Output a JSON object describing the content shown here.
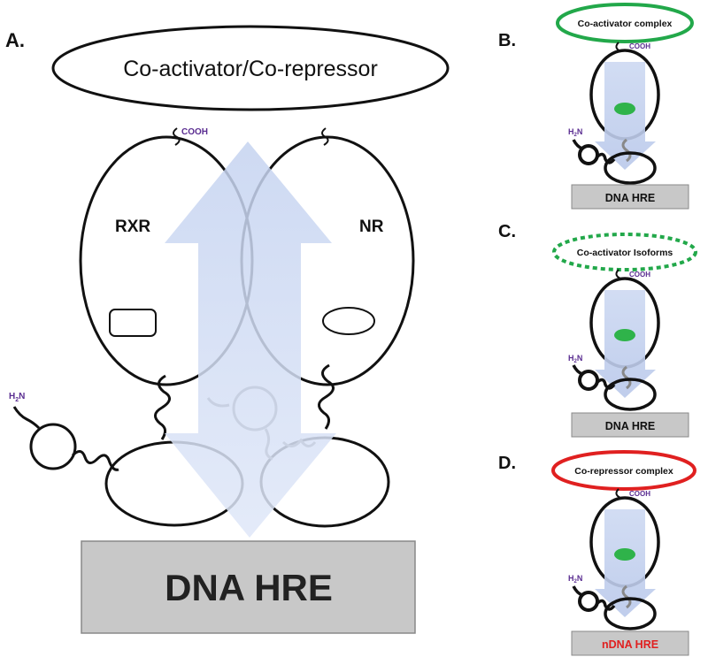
{
  "panel_a": {
    "label": "A.",
    "coregulator": "Co-activator/Co-repressor",
    "cooh": "COOH",
    "h2n": "H",
    "h2n_sub": "2",
    "h2n_tail": "N",
    "rxr": "RXR",
    "nr": "NR",
    "dna": "DNA HRE"
  },
  "panel_b": {
    "label": "B.",
    "complex": "Co-activator complex",
    "cooh": "COOH",
    "h2n": "H",
    "h2n_sub": "2",
    "h2n_tail": "N",
    "dna": "DNA HRE",
    "complex_color": "#22a84a"
  },
  "panel_c": {
    "label": "C.",
    "complex": "Co-activator Isoforms",
    "cooh": "COOH",
    "h2n": "H",
    "h2n_sub": "2",
    "h2n_tail": "N",
    "dna": "DNA HRE",
    "complex_color": "#22a84a"
  },
  "panel_d": {
    "label": "D.",
    "complex": "Co-repressor complex",
    "cooh": "COOH",
    "h2n": "H",
    "h2n_sub": "2",
    "h2n_tail": "N",
    "dna": "nDNA HRE",
    "complex_color": "#e02020",
    "dna_color": "#e02020"
  },
  "colors": {
    "purple": "#5a2d91",
    "arrow": "#b8c8ea",
    "dna_box": "#c8c8c8",
    "ligand": "#2fb34a"
  }
}
